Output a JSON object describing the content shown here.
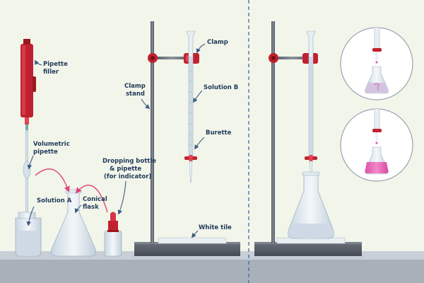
{
  "labels": {
    "pipette_filler": [
      "Pipette",
      "filler"
    ],
    "volumetric_pipette": [
      "Volumetric",
      "pipette"
    ],
    "solution_a": "Solution A",
    "conical_flask": [
      "Conical",
      "flask"
    ],
    "dropping_bottle": [
      "Dropping bottle",
      "& pipette",
      "(for indicator)"
    ],
    "clamp_stand": [
      "Clamp",
      "stand"
    ],
    "clamp": "Clamp",
    "solution_b": "Solution B",
    "burette": "Burette",
    "white_tile": "White tile"
  },
  "colors": {
    "background": "#f2f5ea",
    "bench": "#c9cfd6",
    "stand": "#5d6470",
    "clamp_red": "#c0212e",
    "glass": "#dfe9f0",
    "liquid_clear": "#cfd9e6",
    "liquid_pink": "#e060b0",
    "arrow_pink": "#e0457a",
    "divider": "#3d6aa8"
  }
}
